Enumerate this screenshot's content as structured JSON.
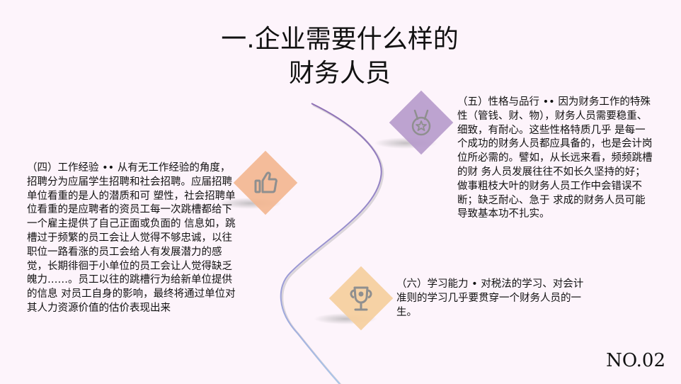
{
  "title": {
    "line1": "一.企业需要什么样的",
    "line2": "财务人员"
  },
  "sections": [
    {
      "id": "work-experience",
      "icon": "thumbs-up-icon",
      "color": "#f3b68f",
      "text": "（四）工作经验 •• 从有无工作经验的角度，招聘分为应届学生招聘和社会招聘。应届招聘单位看重的是人的潜质和可 塑性，社会招聘单位看重的是应聘者的资员工每一次跳槽都给下一个雇主提供了自己正面或负面的 信息如，跳槽过于频繁的员工会让人觉得不够忠诚，以往职位一路看涨的员工会给人有发展潜力的感觉，长期徘徊于小单位的员工会让人觉得缺乏魄力……。员工以往的跳槽行为给新单位提供的信息 对员工自身的影响，最终将通过单位对其人力资源价值的估价表现出来"
    },
    {
      "id": "character",
      "icon": "medal-icon",
      "color": "#b69acb",
      "text": "（五）性格与品行 •• 因为财务工作的特殊性（管钱、财、物），财务人员需要稳重、细致，有耐心。这些性格特质几乎 是每一个成功的财务人员都应具备的，也是会计岗位所必需的。譬如，从长远来看，频频跳槽的财 务人员发展往往不如长久坚持的好；做事粗枝大叶的财务人员工作中会错误不断；缺乏耐心、急于 求成的财务人员可能导致基本功不扎实。"
    },
    {
      "id": "learning",
      "icon": "trophy-icon",
      "color": "#f5d0a0",
      "text": "（六）学习能力 • 对税法的学习、对会计准则的学习几乎要贯穿一个财务人员的一生。"
    }
  ],
  "footer": {
    "page_label": "NO.02"
  },
  "colors": {
    "background": "#fdf4fb",
    "curve_top": "#8e6fb5",
    "curve_bottom": "#a9c6ea",
    "icon_stroke": "#8f8f8f"
  }
}
